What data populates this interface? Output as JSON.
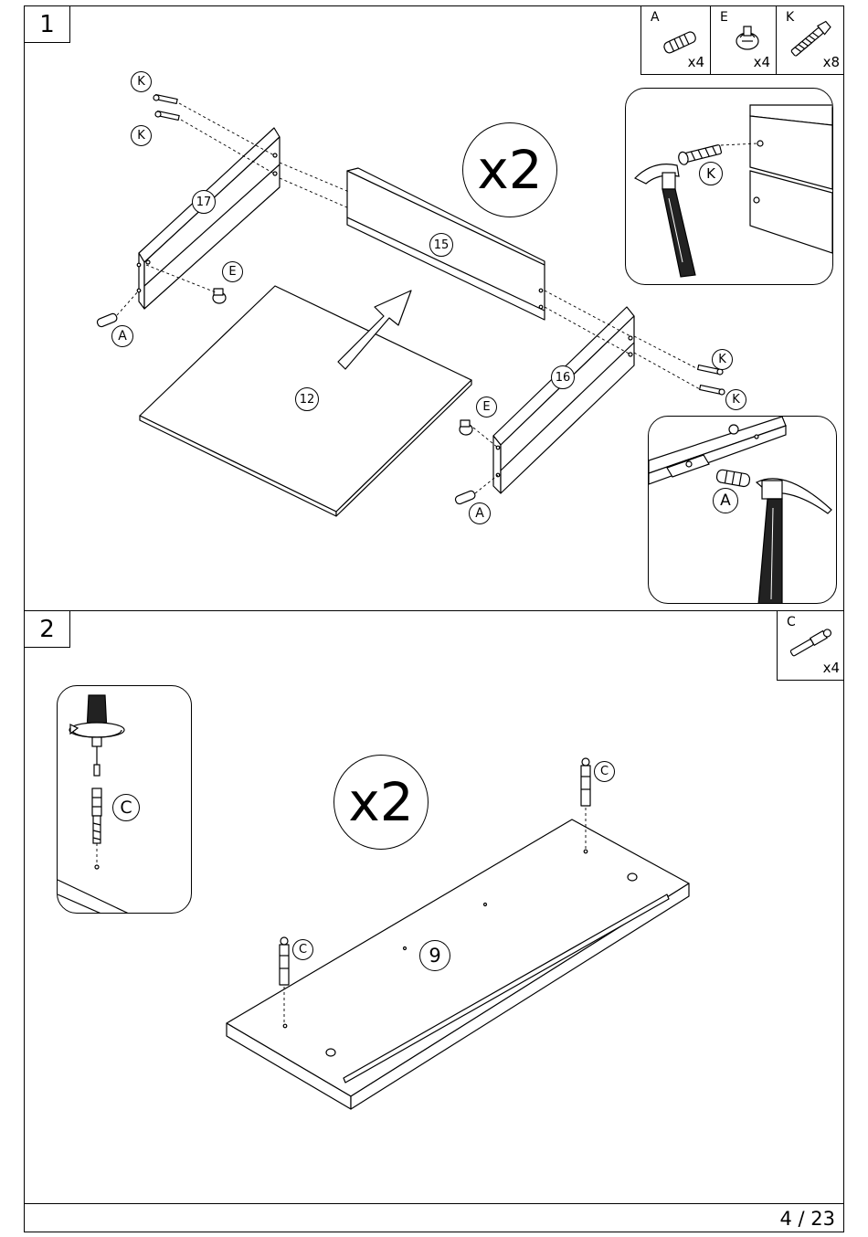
{
  "steps": [
    {
      "number": "1",
      "parts": [
        {
          "letter": "A",
          "qty": "x4",
          "icon": "dowel-icon"
        },
        {
          "letter": "E",
          "qty": "x4",
          "icon": "cam-lock-icon"
        },
        {
          "letter": "K",
          "qty": "x8",
          "icon": "screw-icon"
        }
      ],
      "multiplier": "x2",
      "panels": {
        "p17": "17",
        "p15": "15",
        "p16": "16",
        "p12": "12"
      },
      "callouts": {
        "k": "K",
        "e": "E",
        "a": "A"
      }
    },
    {
      "number": "2",
      "parts": [
        {
          "letter": "C",
          "qty": "x4",
          "icon": "cam-bolt-icon"
        }
      ],
      "multiplier": "x2",
      "panels": {
        "p9": "9"
      },
      "callouts": {
        "c": "C"
      }
    }
  ],
  "footer": {
    "page": "4 / 23"
  }
}
